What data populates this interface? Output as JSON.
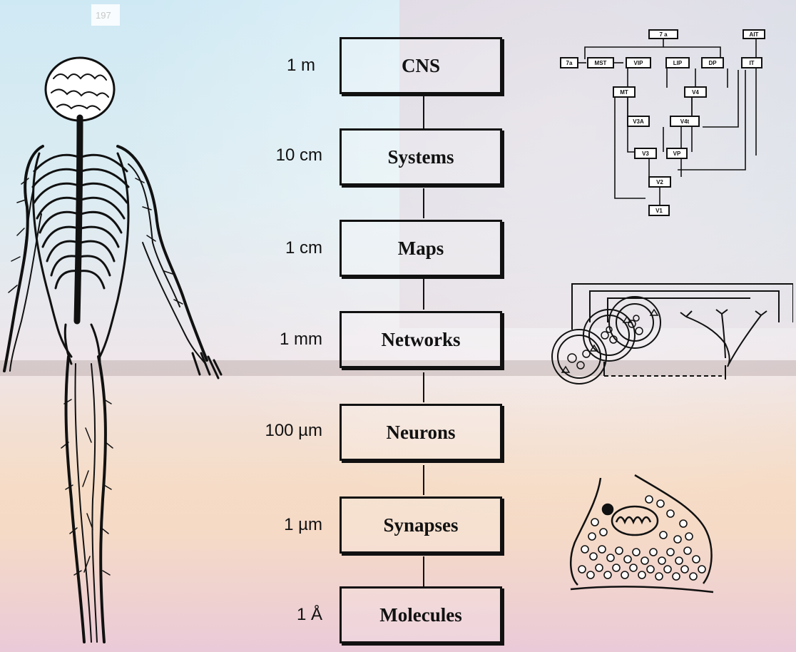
{
  "levels": [
    {
      "scale": "1 m",
      "name": "CNS"
    },
    {
      "scale": "10 cm",
      "name": "Systems"
    },
    {
      "scale": "1 cm",
      "name": "Maps"
    },
    {
      "scale": "1 mm",
      "name": "Networks"
    },
    {
      "scale": "100 µm",
      "name": "Neurons"
    },
    {
      "scale": "1 µm",
      "name": "Synapses"
    },
    {
      "scale": "1 Å",
      "name": "Molecules"
    }
  ],
  "visual_areas": {
    "nodes": [
      "7a",
      "MST",
      "VIP",
      "LIP",
      "DP",
      "IT",
      "AIT",
      "7 a",
      "MT",
      "V4",
      "V3A",
      "V4t",
      "V3",
      "VP",
      "V2",
      "V1"
    ]
  },
  "top_fragment": "197",
  "colors": {
    "ink": "#111111"
  }
}
